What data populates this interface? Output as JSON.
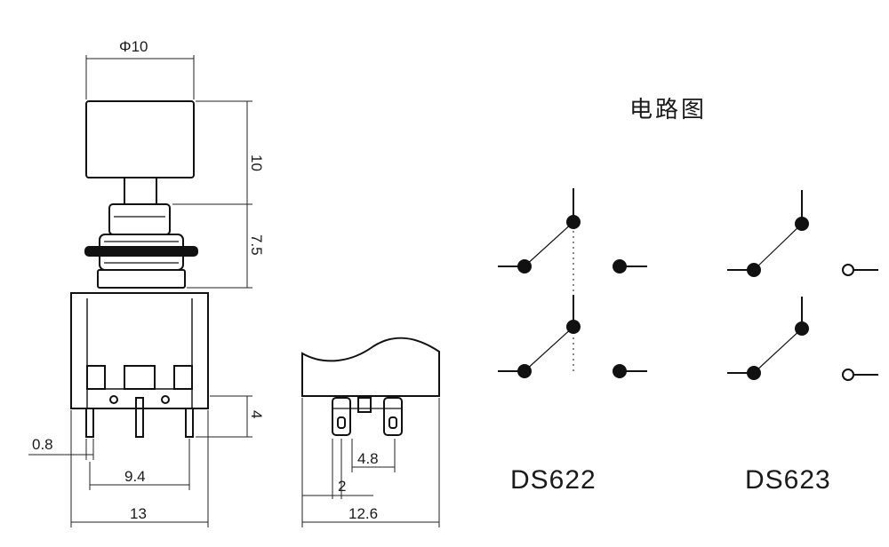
{
  "diagram": {
    "dimensions": {
      "knob_diameter": "Φ10",
      "knob_height": "10",
      "bushing_height": "7.5",
      "pin_length": "4",
      "pin_width": "0.8",
      "pin_pitch": "9.4",
      "body_width": "13",
      "side_width": "12.6",
      "side_pin_pitch": "4.8",
      "side_pin_offset": "2"
    },
    "circuit_title": "电路图",
    "models": [
      "DS622",
      "DS623"
    ]
  }
}
